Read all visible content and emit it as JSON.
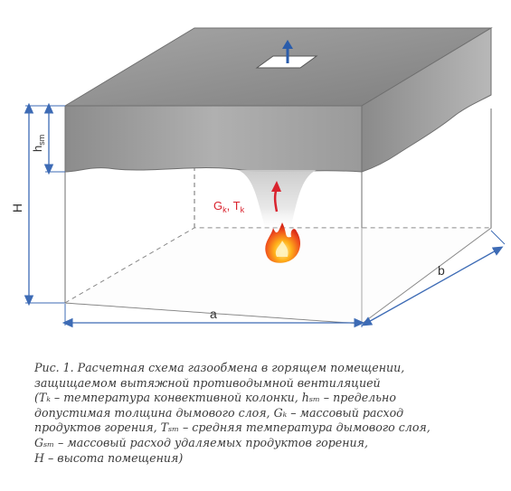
{
  "labels": {
    "h": "h",
    "h_sub": "sm",
    "H": "H",
    "a": "a",
    "b": "b",
    "gk_g": "G",
    "gk_k": "k",
    "gk_sep": ", ",
    "tk_t": "T",
    "tk_k": "k"
  },
  "colors": {
    "roof_top": "#8f8f8f",
    "roof_front": "#9b9b9b",
    "roof_right": "#7d7d7d",
    "dim_line": "#3d6bb5",
    "flow_arrow": "#d9232e",
    "exhaust_arrow": "#2a5cab",
    "label_red": "#d9232e"
  },
  "icons": {
    "fire": "fire-icon",
    "flow": "up-arrow-icon",
    "exhaust": "exhaust-arrow-icon"
  },
  "caption": {
    "lines": [
      "Рис. 1. Расчетная схема газообмена в горящем помещении,",
      "защищаемом вытяжной противодымной вентиляцией",
      "(Tₖ – температура конвективной колонки, hₛₘ – предельно",
      "допустимая толщина дымового слоя, Gₖ – массовый расход",
      "продуктов горения, Tₛₘ – средняя температура дымового слоя,",
      "Gₛₘ – массовый расход удаляемых продуктов горения,",
      "H – высота помещения)"
    ]
  }
}
